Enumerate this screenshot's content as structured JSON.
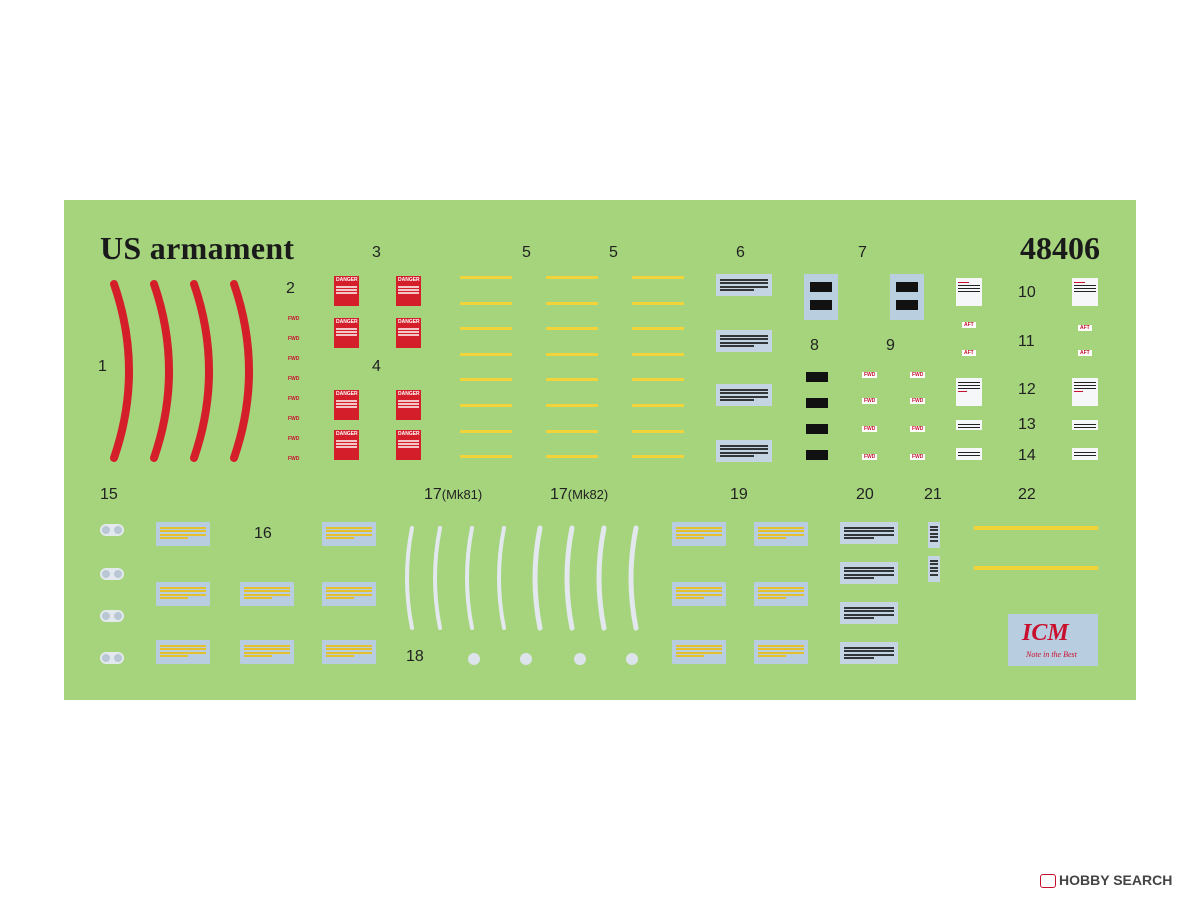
{
  "sheet": {
    "title": "US armament",
    "code": "48406",
    "bg_color": "#a5d47d"
  },
  "labels": {
    "n1": "1",
    "n2": "2",
    "n3": "3",
    "n4": "4",
    "n5a": "5",
    "n5b": "5",
    "n6": "6",
    "n7": "7",
    "n8": "8",
    "n9": "9",
    "n10": "10",
    "n11": "11",
    "n12": "12",
    "n13": "13",
    "n14": "14",
    "n15": "15",
    "n16": "16",
    "n17a": "17",
    "n17a_sub": "(Mk81)",
    "n17b": "17",
    "n17b_sub": "(Mk82)",
    "n18": "18",
    "n19": "19",
    "n20": "20",
    "n21": "21",
    "n22": "22"
  },
  "decals": {
    "fwd": "FWD",
    "aft": "AFT",
    "danger": "DANGER"
  },
  "logo": {
    "brand": "ICM",
    "tagline": "Note in the Best"
  },
  "watermark": {
    "text": "HOBBY SEARCH"
  },
  "colors": {
    "red": "#d41f2a",
    "yellow": "#f2d43a",
    "stencil": "#c4d4e2"
  }
}
